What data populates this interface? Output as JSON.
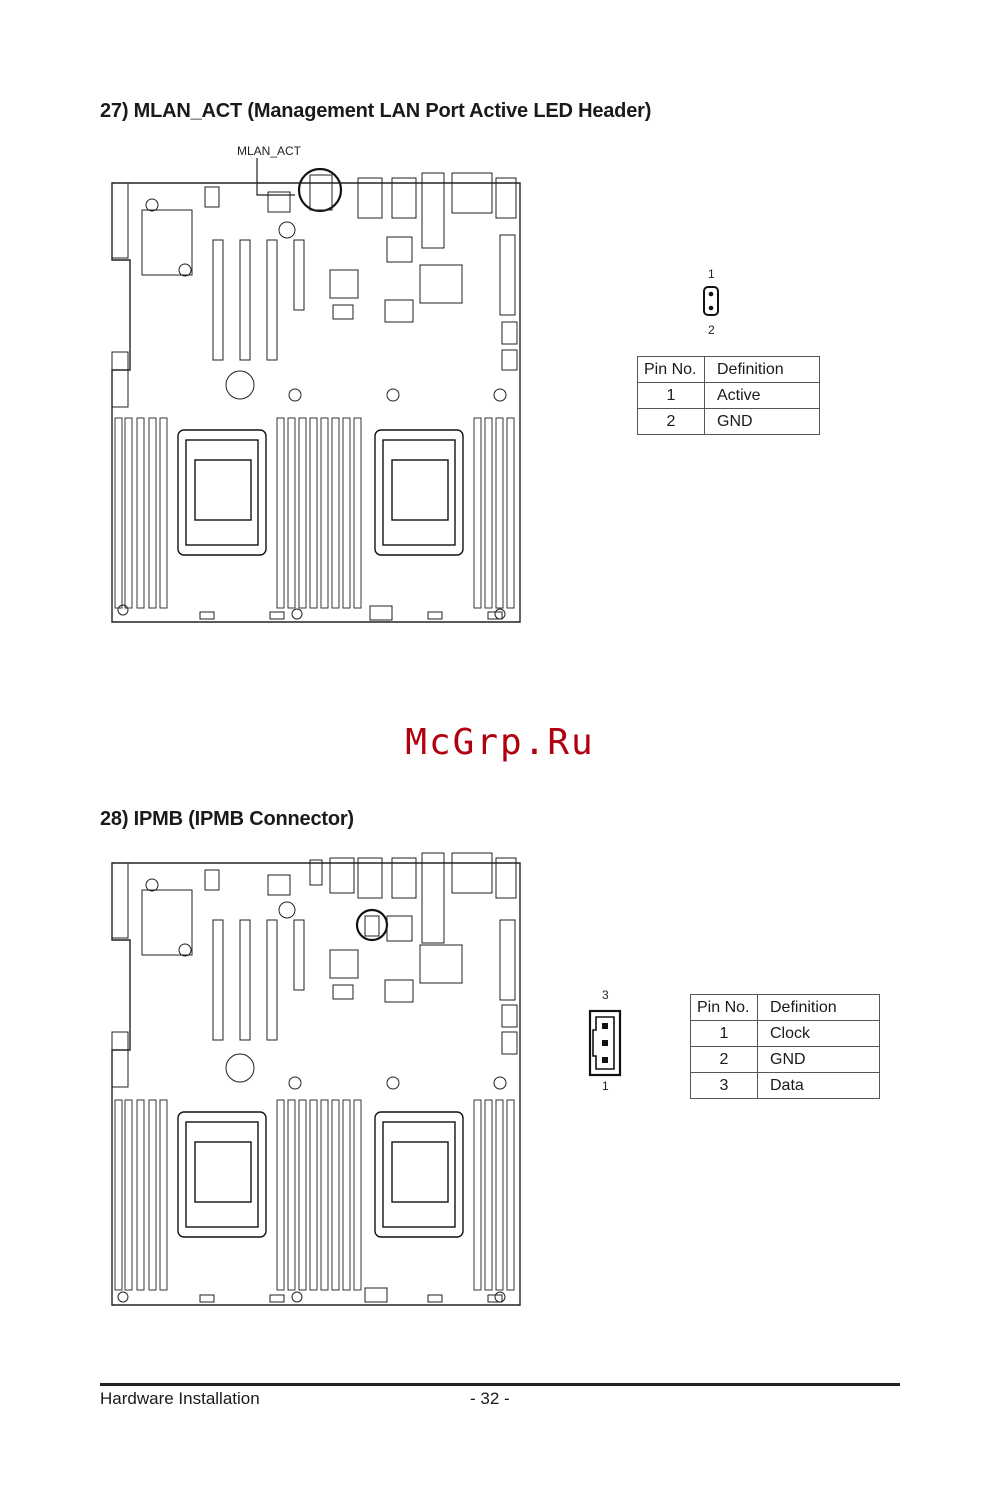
{
  "section27": {
    "heading": "27)  MLAN_ACT (Management LAN Port Active LED Header)",
    "callout_label": "MLAN_ACT",
    "connector": {
      "pin_top": "1",
      "pin_bottom": "2"
    },
    "table": {
      "headers": [
        "Pin No.",
        "Definition"
      ],
      "rows": [
        {
          "pin": "1",
          "definition": "Active"
        },
        {
          "pin": "2",
          "definition": "GND"
        }
      ]
    }
  },
  "section28": {
    "heading": "28)  IPMB (IPMB Connector)",
    "connector": {
      "pin_top": "3",
      "pin_bottom": "1"
    },
    "table": {
      "headers": [
        "Pin No.",
        "Definition"
      ],
      "rows": [
        {
          "pin": "1",
          "definition": "Clock"
        },
        {
          "pin": "2",
          "definition": "GND"
        },
        {
          "pin": "3",
          "definition": "Data"
        }
      ]
    }
  },
  "watermark": "McGrp.Ru",
  "footer": {
    "left": "Hardware Installation",
    "page": "- 32 -"
  }
}
